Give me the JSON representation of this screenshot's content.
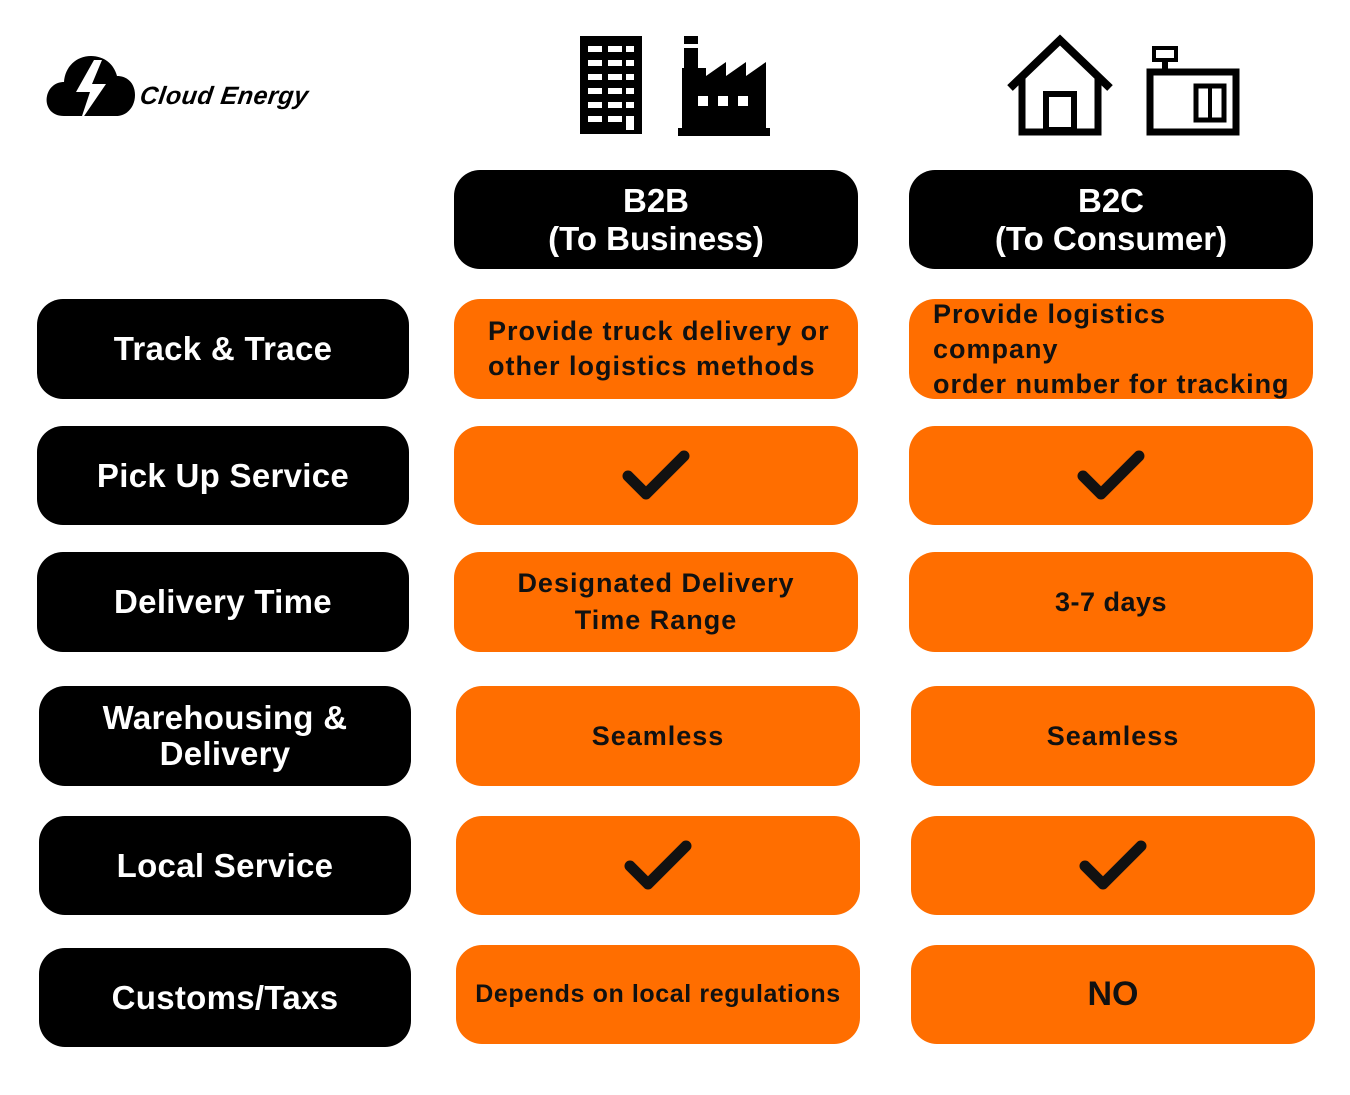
{
  "brand": {
    "name": "Cloud Energy"
  },
  "columns": [
    {
      "id": "b2b",
      "title": "B2B\n(To Business)",
      "icons": [
        "office-building-icon",
        "factory-icon"
      ]
    },
    {
      "id": "b2c",
      "title": "B2C\n(To Consumer)",
      "icons": [
        "house-icon",
        "store-icon"
      ]
    }
  ],
  "rows": [
    {
      "label": "Track & Trace",
      "b2b": "Provide truck delivery or\nother logistics methods",
      "b2c": "Provide logistics company\norder number for tracking"
    },
    {
      "label": "Pick Up Service",
      "b2b": "check-icon",
      "b2c": "check-icon"
    },
    {
      "label": "Delivery Time",
      "b2b": "Designated Delivery\nTime Range",
      "b2c": "3-7 days"
    },
    {
      "label": "Warehousing &\nDelivery",
      "b2b": "Seamless",
      "b2c": "Seamless"
    },
    {
      "label": "Local Service",
      "b2b": "check-icon",
      "b2c": "check-icon"
    },
    {
      "label": "Customs/Taxs",
      "b2b": "Depends on local regulations",
      "b2c": "NO"
    }
  ],
  "colors": {
    "accent": "#ff6e00",
    "dark": "#000000",
    "text_light": "#ffffff"
  }
}
